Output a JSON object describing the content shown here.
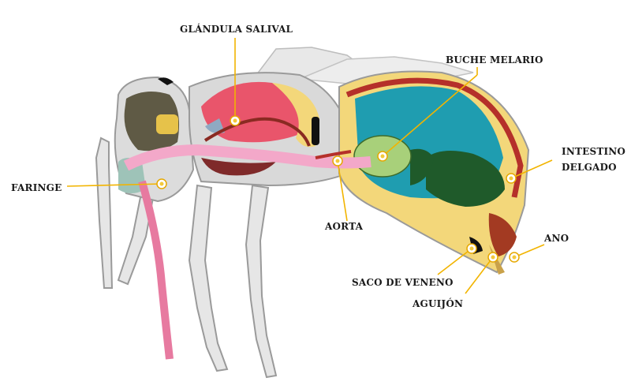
{
  "labels": {
    "salivary_gland": "GLÁNDULA SALIVAL",
    "honey_stomach": "BUCHE MELARIO",
    "small_intestine_1": "INTESTINO",
    "small_intestine_2": "DELGADO",
    "pharynx": "FARINGE",
    "aorta": "AORTA",
    "anus": "ANO",
    "venom_sac": "SACO DE VENENO",
    "sting": "AGUIJÓN"
  },
  "colors": {
    "body_outline": "#9a9a9a",
    "body_fill": "#d9d9d9",
    "fat_body": "#f3d77a",
    "abdomen_cavity": "#1f9db0",
    "aorta": "#b5302a",
    "gut_pink": "#f3a8c9",
    "intestine": "#1f5a2a",
    "honey_stomach": "#a8d07a",
    "muscle": "#e9556b",
    "leader_line": "#f2b400"
  }
}
